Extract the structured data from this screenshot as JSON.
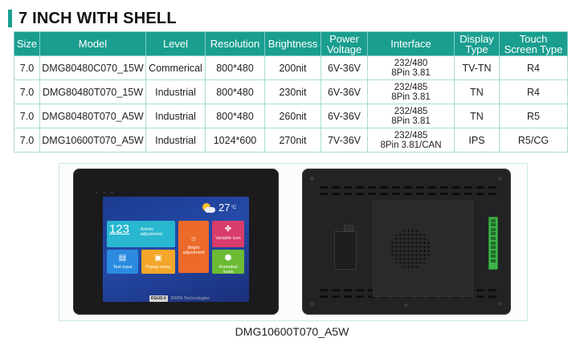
{
  "heading": "7 INCH WITH SHELL",
  "table": {
    "headers": [
      [
        "Size"
      ],
      [
        "Model"
      ],
      [
        "Level"
      ],
      [
        "Resolution"
      ],
      [
        "Brightness"
      ],
      [
        "Power",
        "Voltage"
      ],
      [
        "Interface"
      ],
      [
        "Display",
        "Type"
      ],
      [
        "Touch",
        "Screen Type"
      ]
    ],
    "rows": [
      {
        "size": "7.0",
        "model": "DMG80480C070_15W",
        "level": "Commerical",
        "resolution": "800*480",
        "brightness": "200nit",
        "voltage": "6V-36V",
        "interface": [
          "232/480",
          "8Pin 3.81"
        ],
        "display": "TV-TN",
        "touch": "R4"
      },
      {
        "size": "7.0",
        "model": "DMG80480T070_15W",
        "level": "Industrial",
        "resolution": "800*480",
        "brightness": "230nit",
        "voltage": "6V-36V",
        "interface": [
          "232/485",
          "8Pin 3.81"
        ],
        "display": "TN",
        "touch": "R4"
      },
      {
        "size": "7.0",
        "model": "DMG80480T070_A5W",
        "level": "Industrial",
        "resolution": "800*480",
        "brightness": "260nit",
        "voltage": "6V-36V",
        "interface": [
          "232/485",
          "8Pin 3.81"
        ],
        "display": "TN",
        "touch": "R5"
      },
      {
        "size": "7.0",
        "model": "DMG10600T070_A5W",
        "level": "Industrial",
        "resolution": "1024*600",
        "brightness": "270nit",
        "voltage": "7V-36V",
        "interface": [
          "232/485",
          "8Pin 3.81/CAN"
        ],
        "display": "IPS",
        "touch": "R5/CG"
      }
    ]
  },
  "device_screen": {
    "temperature": "27",
    "temperature_unit": "°C",
    "tiles": [
      {
        "big": "123",
        "label": "Artistic adjustment",
        "color": "#29b7d0"
      },
      {
        "label": "Bright adjustment",
        "color": "#ec6a2a"
      },
      {
        "label": "Variable icon",
        "color": "#d83c6a"
      },
      {
        "label": "Text input",
        "color": "#2b8be0"
      },
      {
        "label": "Popup menu",
        "color": "#f3a62a"
      },
      {
        "label": "Animated icons",
        "color": "#6cbb34"
      }
    ],
    "brand_logo": "DGUS II",
    "brand_text": "DWIN Technologies"
  },
  "caption": "DMG10600T070_A5W",
  "colors": {
    "accent": "#1a9e8f",
    "border": "#a8dcd4"
  }
}
